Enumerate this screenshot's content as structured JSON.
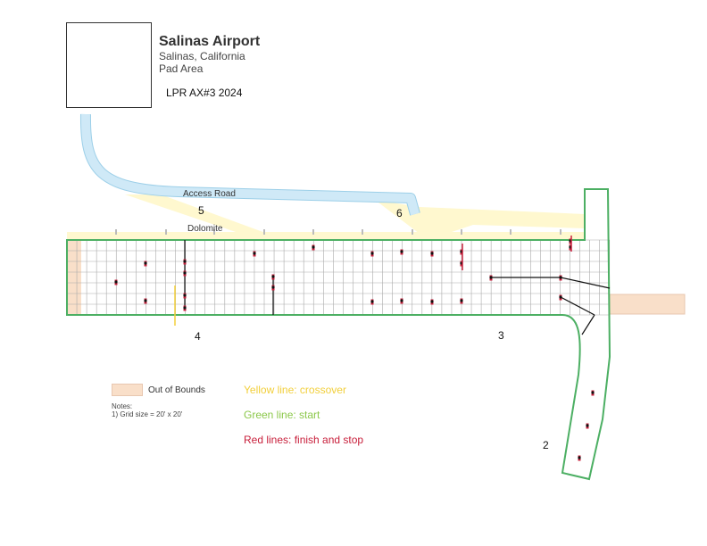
{
  "header": {
    "title": "Salinas Airport",
    "location": "Salinas, California",
    "area": "Pad Area",
    "event": "LPR AX#3 2024"
  },
  "map": {
    "road_label": "Access Road",
    "surface_label": "Dolomite",
    "sequence_labels": [
      "2",
      "3",
      "4",
      "5",
      "6"
    ]
  },
  "legend": {
    "out_of_bounds": "Out of Bounds",
    "notes_heading": "Notes:",
    "note_1": "1)   Grid size = 20' x 20'",
    "yellow": "Yellow line: crossover",
    "green": "Green line: start",
    "red": "Red lines: finish and stop"
  },
  "colors": {
    "course_border": "#4caf63",
    "road": "#cfe9f7",
    "crossover": "#fff8cf",
    "out_of_bounds": "#f9dfc9",
    "cone": "#c8203c"
  }
}
